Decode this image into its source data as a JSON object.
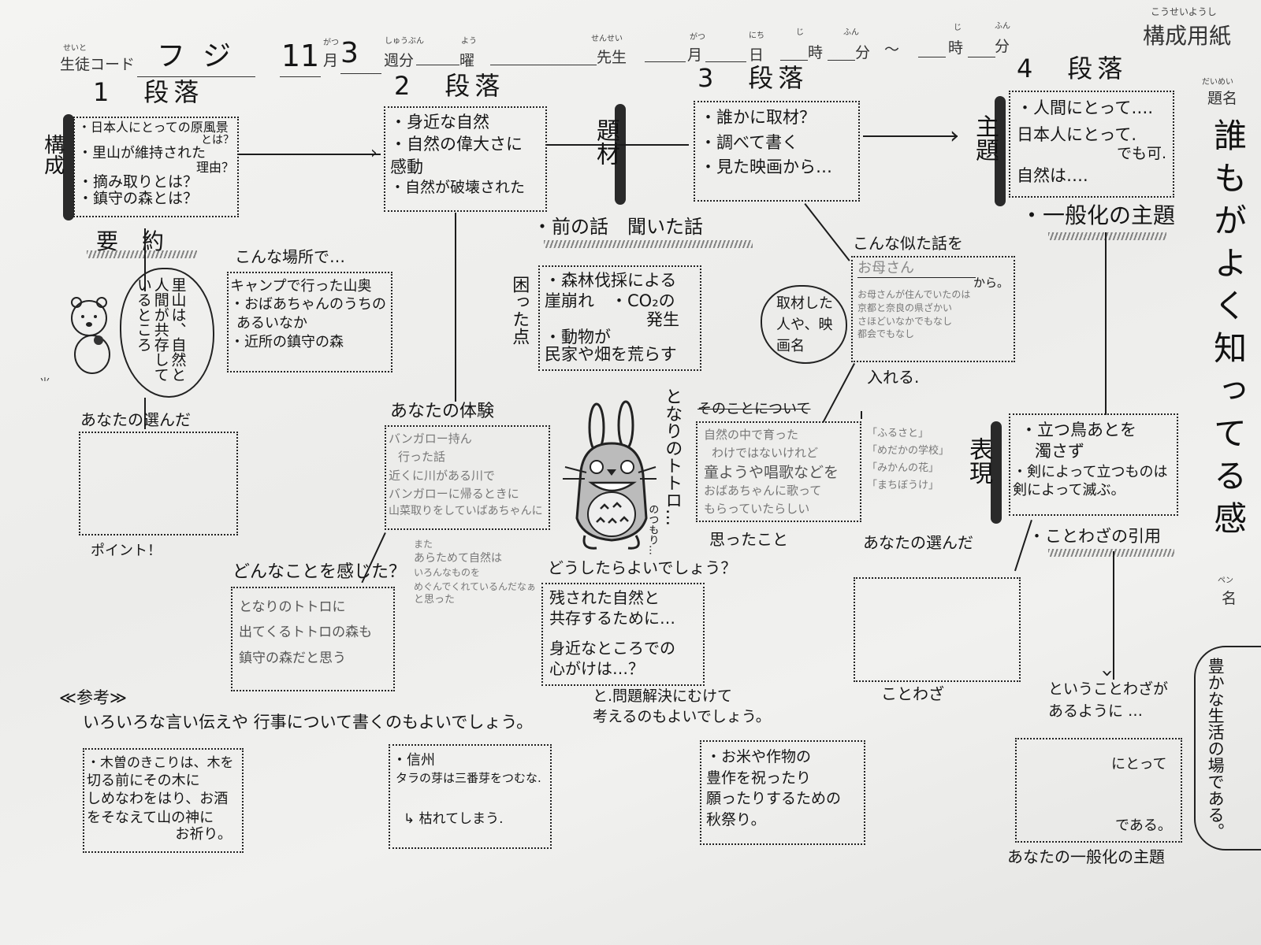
{
  "header": {
    "student_code_ruby": "せいと",
    "student_code_label": "生徒コード",
    "student_code_value": "フジ",
    "month_value": "11",
    "month_ruby": "がつ",
    "month_label": "月",
    "week_value": "3",
    "week_ruby": "しゅうぶん",
    "week_label": "週分",
    "weekday_ruby": "よう",
    "weekday_label": "曜",
    "teacher_ruby": "せんせい",
    "teacher_label": "先生",
    "date_month_ruby": "がつ",
    "date_month_label": "月",
    "date_day_ruby": "にち",
    "date_day_label": "日",
    "hour_ruby": "じ",
    "hour_label": "時",
    "minute_ruby": "ふん",
    "minute_label": "分",
    "tilde": "〜",
    "hour2_ruby": "じ",
    "hour2_label": "時",
    "minute2_ruby": "ふん",
    "minute2_label": "分",
    "title_ruby": "こうせいようし",
    "title": "構成用紙"
  },
  "sections": {
    "p1": {
      "heading": "1　段落",
      "items": [
        "・日本人にとっての原風景",
        "とは？",
        "・里山が維持された",
        "理由？",
        "・摘み取りとは？",
        "・鎮守の森とは？"
      ]
    },
    "p2": {
      "heading": "2　段落",
      "items": [
        "・身近な自然",
        "・自然の偉大さに",
        "感動",
        "・自然が破壊された"
      ]
    },
    "p3": {
      "heading": "3　段落",
      "items": [
        "・誰かに取材？",
        "・調べて書く",
        "・見た映画から…"
      ]
    },
    "p4": {
      "heading": "4　段落",
      "items": [
        "・人間にとって….",
        "日本人にとって.",
        "でも可.",
        "自然は…."
      ]
    }
  },
  "side_labels": {
    "structure": "構成",
    "material": "題材",
    "theme": "主題",
    "expression": "表現"
  },
  "summary": {
    "label": "要約",
    "cloud_text": "里山は、自然と人間が共存しているところ"
  },
  "places": {
    "heading": "こんな場所で…",
    "items": [
      "キャンプで行った山奥",
      "・おばあちゃんのうちの",
      "あるいなか",
      "・近所の鎮守の森"
    ]
  },
  "chosen1": {
    "heading": "あなたの選んだ",
    "caption": "ポイント！"
  },
  "prev_story": {
    "heading": "・前の話　聞いた話",
    "side": "困った点",
    "items": [
      "・森林伐採による",
      "崖崩れ　・CO₂の",
      "発生",
      "・動物が",
      "民家や畑を荒らす"
    ]
  },
  "similar": {
    "heading": "こんな似た話を",
    "cloud": "取材した人や、映画名",
    "filled": "お母さん",
    "suffix": "から。",
    "notes": [
      "お母さんが住んでいたのは",
      "京都と奈良の県ざかい",
      "さほどいなかでもなし",
      "都会でもなし"
    ],
    "footer": "入れる."
  },
  "experience": {
    "heading": "あなたの体験",
    "notes": [
      "バンガロー持ん",
      "行った話",
      "近くに川がある川で",
      "バンガローに帰るときに",
      "山菜取りをしていばあちゃんに"
    ]
  },
  "totoro": {
    "caption": "となりのトトロ…",
    "caption2": "のつもり…"
  },
  "about": {
    "heading": "そのことについて",
    "notes": [
      "自然の中で育った",
      "わけではないけれど",
      "童ようや唱歌などを",
      "おばあちゃんに歌って",
      "もらっていたらしい"
    ],
    "footer": "思ったこと"
  },
  "songs": [
    "「ふるさと」",
    "「めだかの学校」",
    "「みかんの花」",
    "「まちぼうけ」"
  ],
  "generalize": {
    "heading": "・一般化の主題",
    "items": [
      "・立つ鳥あとを",
      "濁さず",
      "・剣によって立つものは",
      "剣によって滅ぶ。"
    ]
  },
  "proverb": {
    "heading": "・ことわざの引用"
  },
  "chosen2": {
    "heading": "あなたの選んだ",
    "caption": "ことわざ"
  },
  "felt": {
    "heading": "どんなことを感じた？",
    "notes": [
      "となりのトトロに",
      "出てくるトトロの森も",
      "鎮守の森だと思う"
    ],
    "side_notes": [
      "また",
      "あらためて自然は",
      "いろんなものを",
      "めぐんでくれているんだなぁ",
      "と思った"
    ]
  },
  "what_to_do": {
    "heading": "どうしたらよいでしょう？",
    "items": [
      "残された自然と",
      "共存するために…",
      "身近なところでの",
      "心がけは…？"
    ],
    "footer": "と.問題解決にむけて\n考えるのもよいでしょう。"
  },
  "reference": {
    "heading": "≪参考≫",
    "text": "いろいろな言い伝えや 行事について書くのもよいでしょう。",
    "box1": [
      "・木曽のきこりは、木を",
      "切る前にその木に",
      "しめなわをはり、お酒",
      "をそなえて山の神に",
      "お祈り。"
    ],
    "box2": [
      "・信州",
      "タラの芽は三番芽をつむな.",
      "↳ 枯れてしまう."
    ],
    "box3": [
      "・お米や作物の",
      "豊作を祝ったり",
      "願ったりするための",
      "秋祭り。"
    ]
  },
  "conclusion": {
    "heading": "ということわざが\nあるように …",
    "to": "にとって",
    "is": "である。",
    "caption": "あなたの一般化の主題"
  },
  "title_area": {
    "ruby": "だいめい",
    "label": "題名",
    "title": "誰もがよく知ってる感",
    "pen_label": "ペン",
    "name_label": "名",
    "bubble": "豊かな生活の場である。"
  }
}
